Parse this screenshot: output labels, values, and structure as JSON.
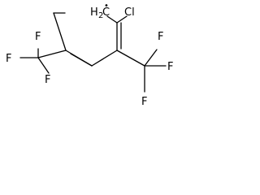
{
  "structure": {
    "labels": {
      "h2c": "H",
      "h2c_sub": "2",
      "h2c_c": "C",
      "h2c_dot": "•",
      "cl": "Cl",
      "cf3_left_f_top": "F",
      "cf3_left_f_left": "F",
      "cf3_left_f_bottom": "F",
      "cf3_right_f_top": "F",
      "cf3_right_f_right": "F",
      "cf3_right_f_bottom": "F"
    }
  }
}
